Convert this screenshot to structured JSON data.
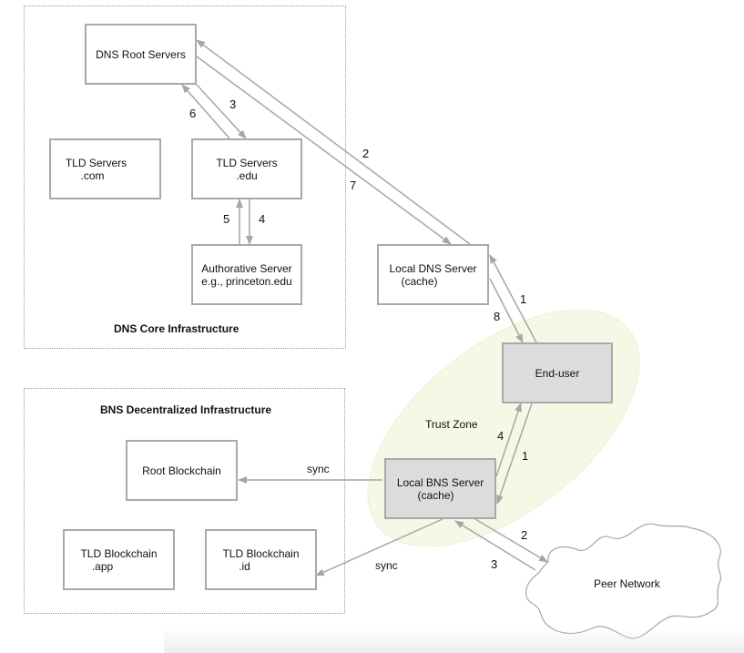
{
  "regions": {
    "dns_core": {
      "title": "DNS Core Infrastructure"
    },
    "bns": {
      "title": "BNS Decentralized Infrastructure"
    },
    "trust_zone": {
      "label": "Trust Zone",
      "fill": "#f7f7e6"
    }
  },
  "nodes": {
    "dns_root": {
      "lines": [
        "DNS Root Servers"
      ]
    },
    "tld_com": {
      "lines": [
        "TLD Servers",
        ".com"
      ]
    },
    "tld_edu": {
      "lines": [
        "TLD Servers",
        ".edu"
      ]
    },
    "authoritative": {
      "lines": [
        "Authorative Server",
        "e.g., princeton.edu"
      ]
    },
    "local_dns": {
      "lines": [
        "Local DNS Server",
        "(cache)"
      ]
    },
    "end_user": {
      "lines": [
        "End-user"
      ]
    },
    "root_blockchain": {
      "lines": [
        "Root Blockchain"
      ]
    },
    "tld_app": {
      "lines": [
        "TLD Blockchain",
        ".app"
      ]
    },
    "tld_id": {
      "lines": [
        "TLD Blockchain",
        ".id"
      ]
    },
    "local_bns": {
      "lines": [
        "Local BNS Server",
        "(cache)"
      ]
    },
    "peer_network": {
      "lines": [
        "Peer Network"
      ]
    }
  },
  "edges": {
    "dns": [
      {
        "from": "End-user",
        "to": "Local DNS Server",
        "label": "1"
      },
      {
        "from": "Local DNS Server",
        "to": "DNS Root Servers",
        "label": "2"
      },
      {
        "from": "DNS Root Servers",
        "to": "TLD Servers .edu",
        "label": "3"
      },
      {
        "from": "TLD Servers .edu",
        "to": "Authorative Server",
        "label": "4"
      },
      {
        "from": "Authorative Server",
        "to": "TLD Servers .edu",
        "label": "5"
      },
      {
        "from": "TLD Servers .edu",
        "to": "DNS Root Servers",
        "label": "6"
      },
      {
        "from": "DNS Root Servers",
        "to": "Local DNS Server",
        "label": "7"
      },
      {
        "from": "Local DNS Server",
        "to": "End-user",
        "label": "8"
      }
    ],
    "bns": [
      {
        "from": "End-user",
        "to": "Local BNS Server",
        "label": "1"
      },
      {
        "from": "Local BNS Server",
        "to": "Peer Network",
        "label": "2"
      },
      {
        "from": "Peer Network",
        "to": "Local BNS Server",
        "label": "3"
      },
      {
        "from": "Local BNS Server",
        "to": "End-user",
        "label": "4"
      },
      {
        "from": "Local BNS Server",
        "to": "Root Blockchain",
        "label": "sync"
      },
      {
        "from": "Local BNS Server",
        "to": "TLD Blockchain .id",
        "label": "sync"
      }
    ]
  },
  "colors": {
    "edge": "#a6a6a6",
    "box_border": "#a9a9a9",
    "shaded_box": "#dcdcdc",
    "trust_zone": "#f7f7e6"
  }
}
